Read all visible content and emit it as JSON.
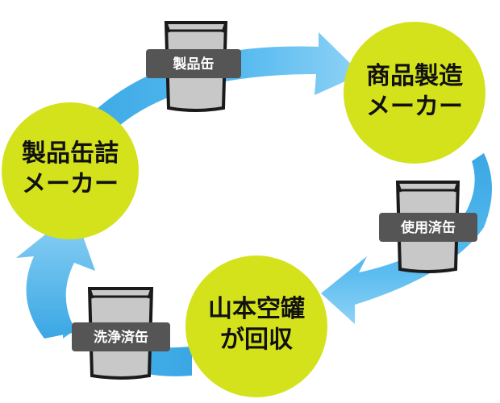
{
  "colors": {
    "node_fill": "#d4e21c",
    "arrow_fill": "#45b0ea",
    "arrow_light": "#8fd2f5",
    "can_body": "#c8c8c8",
    "can_outline": "#1a1a1a",
    "label_bg": "#555555",
    "label_text": "#ffffff"
  },
  "nodes": {
    "manufacturer": {
      "line1": "製品缶詰",
      "line2": "メーカー"
    },
    "product_maker": {
      "line1": "商品製造",
      "line2": "メーカー"
    },
    "recovery": {
      "line1": "山本空罐",
      "line2": "が回収"
    }
  },
  "cans": {
    "top": {
      "label": "製品缶"
    },
    "right": {
      "label": "使用済缶"
    },
    "bottom": {
      "label": "洗浄済缶"
    }
  }
}
